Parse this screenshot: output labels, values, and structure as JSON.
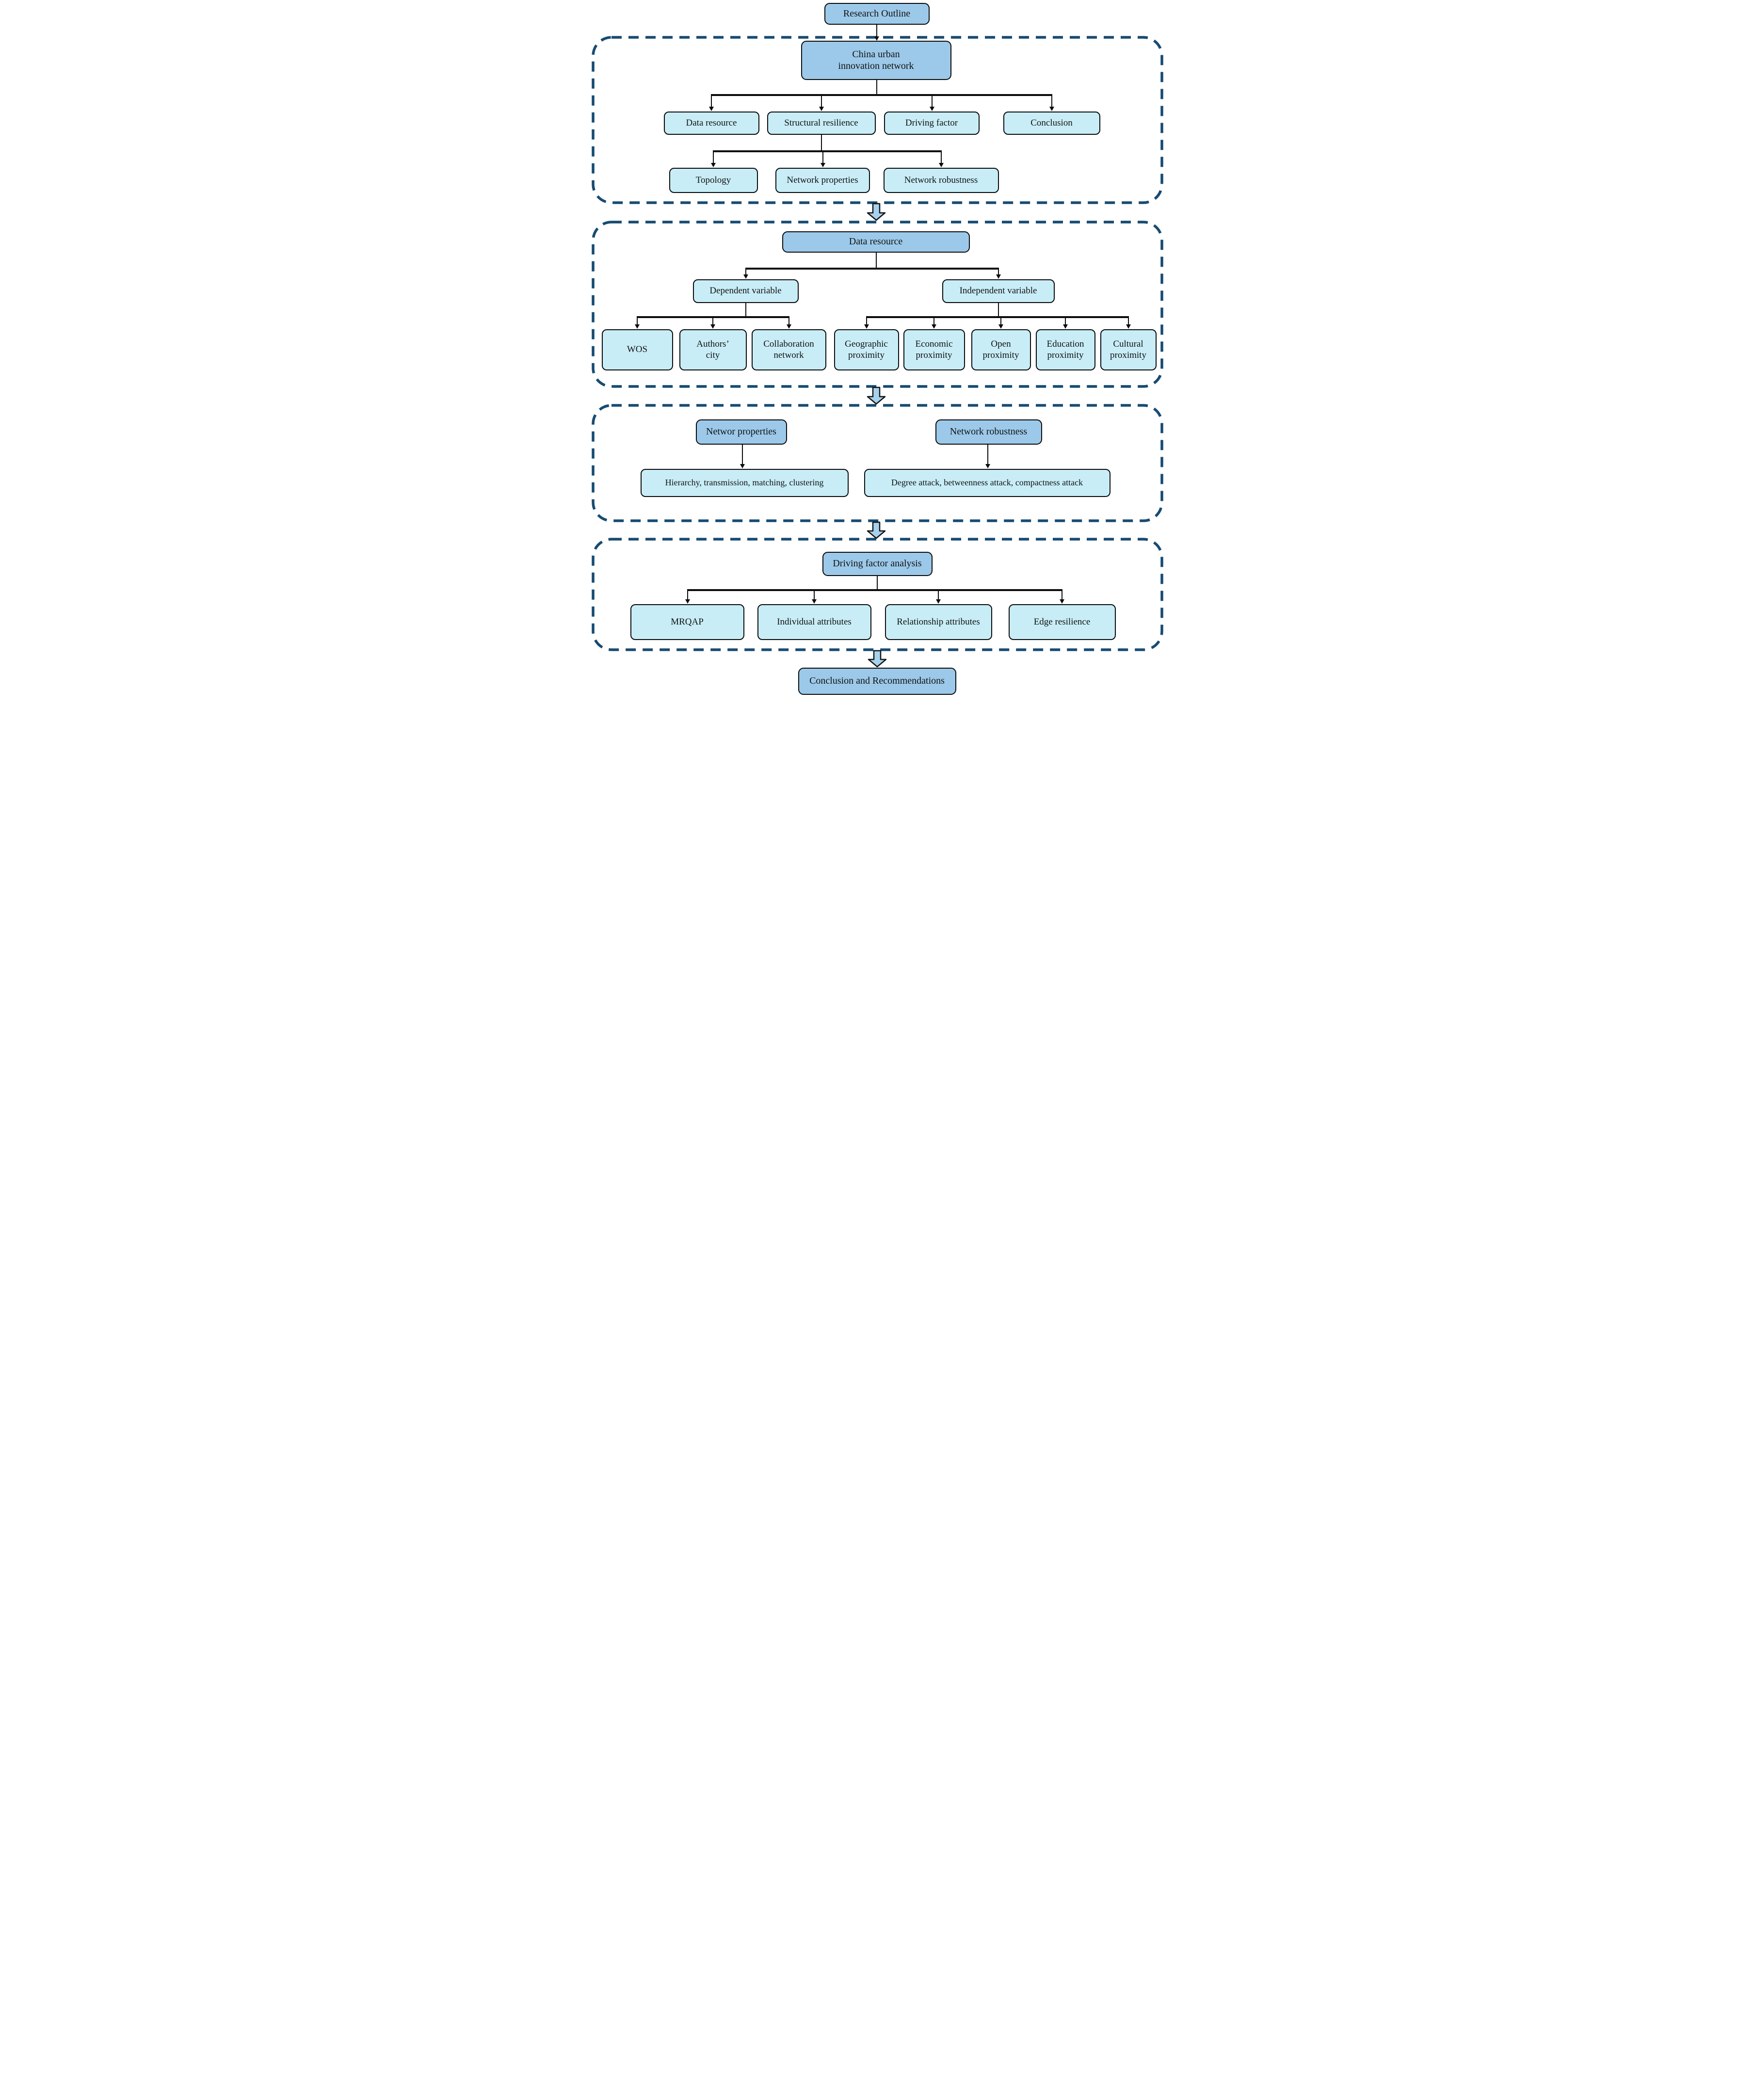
{
  "colors": {
    "header_fill": "#9cc9e9",
    "node_fill": "#c8edf7",
    "section_border": "#174b72",
    "arrow_fill": "#a6d2ee",
    "line": "#0b0b0b"
  },
  "root": {
    "label": "Research Outline"
  },
  "section1": {
    "header": {
      "line1": "China urban",
      "line2": "innovation network"
    },
    "row1": [
      {
        "label": "Data resource"
      },
      {
        "label": "Structural resilience"
      },
      {
        "label": "Driving factor"
      },
      {
        "label": "Conclusion"
      }
    ],
    "row2": [
      {
        "label": "Topology"
      },
      {
        "label": "Network properties"
      },
      {
        "label": "Network robustness"
      }
    ]
  },
  "section2": {
    "header": {
      "label": "Data resource"
    },
    "dependent": {
      "label": "Dependent variable"
    },
    "independent": {
      "label": "Independent variable"
    },
    "leaves": [
      {
        "line1": "WOS",
        "line2": ""
      },
      {
        "line1": "Authors’",
        "line2": "city"
      },
      {
        "line1": "Collaboration",
        "line2": "network"
      },
      {
        "line1": "Geographic",
        "line2": "proximity"
      },
      {
        "line1": "Economic",
        "line2": "proximity"
      },
      {
        "line1": "Open",
        "line2": "proximity"
      },
      {
        "line1": "Education",
        "line2": "proximity"
      },
      {
        "line1": "Cultural",
        "line2": "proximity"
      }
    ]
  },
  "section3": {
    "left_header": {
      "label": "Networ properties"
    },
    "right_header": {
      "label": "Network robustness"
    },
    "left_detail": {
      "label": "Hierarchy, transmission, matching, clustering"
    },
    "right_detail": {
      "label": "Degree attack, betweenness attack, compactness attack"
    }
  },
  "section4": {
    "header": {
      "label": "Driving factor analysis"
    },
    "row": [
      {
        "label": "MRQAP"
      },
      {
        "label": "Individual attributes"
      },
      {
        "label": "Relationship attributes"
      },
      {
        "label": "Edge resilience"
      }
    ]
  },
  "footer": {
    "label": "Conclusion and Recommendations"
  }
}
